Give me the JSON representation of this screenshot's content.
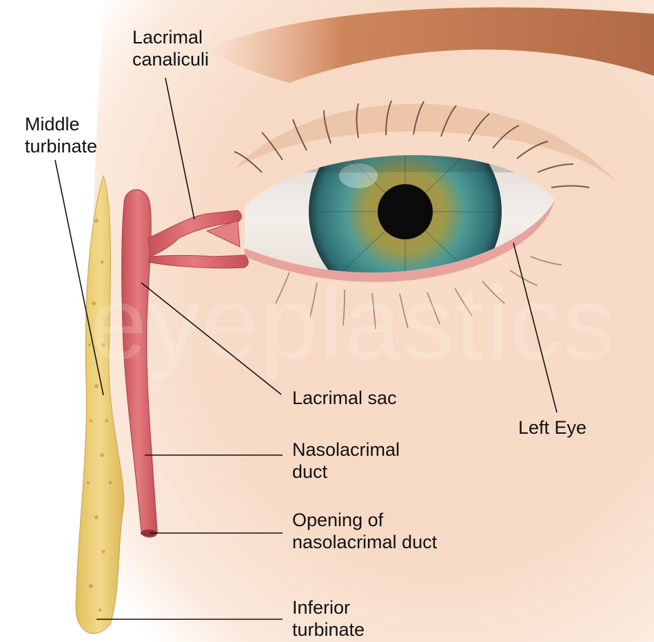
{
  "labels": {
    "lacrimal_canaliculi": [
      "Lacrimal",
      "canaliculi"
    ],
    "middle_turbinate": [
      "Middle",
      "turbinate"
    ],
    "lacrimal_sac": [
      "Lacrimal sac"
    ],
    "left_eye": [
      "Left Eye"
    ],
    "nasolacrimal_duct": [
      "Nasolacrimal",
      "duct"
    ],
    "opening": [
      "Opening of",
      "nasolacrimal duct"
    ],
    "inferior_turbinate": [
      "Inferior",
      "turbinate"
    ]
  },
  "watermark": "eyeplastics",
  "colors": {
    "skin": "#f6d9c2",
    "brow": "#b4643a",
    "duct": "#d9666a",
    "bone": "#e9c86a",
    "iris": "#3f8d8c",
    "pupil": "#0b0b0b",
    "leader": "#111111"
  }
}
